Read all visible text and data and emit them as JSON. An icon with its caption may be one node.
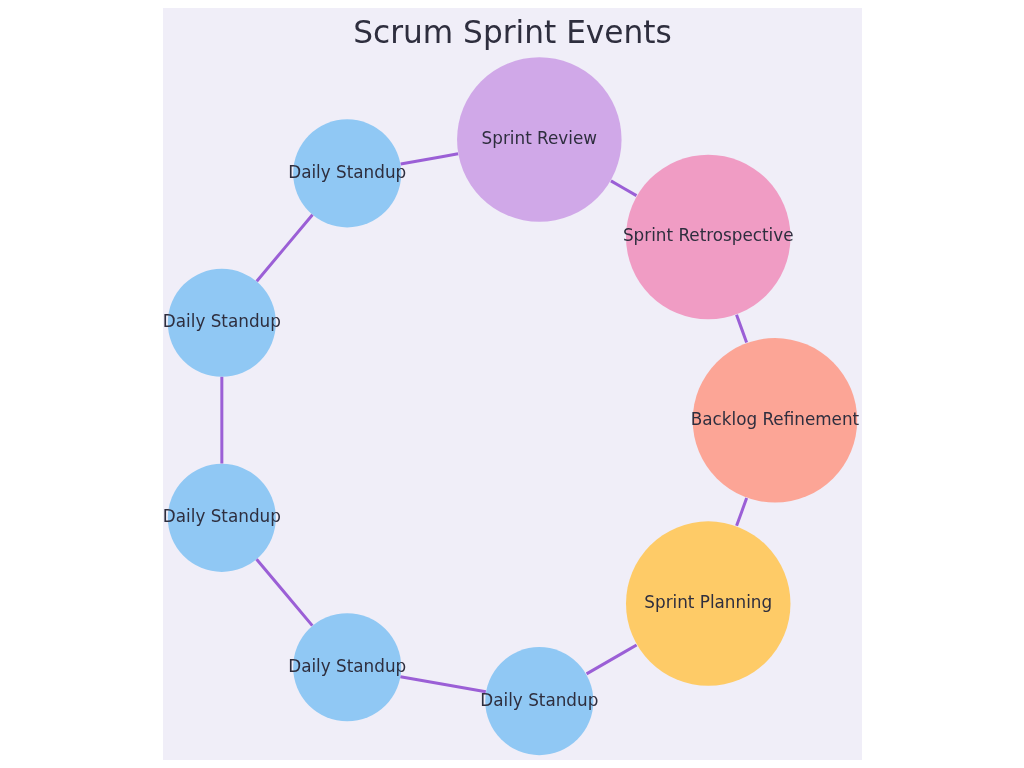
{
  "diagram": {
    "title": "Scrum Sprint Events",
    "nodes": [
      {
        "text": [
          "Sprint Planning"
        ]
      },
      {
        "text": [
          "Daily Standup"
        ]
      },
      {
        "text": [
          "Daily Standup"
        ]
      },
      {
        "text": [
          "Daily Standup"
        ]
      },
      {
        "text": [
          "Daily Standup"
        ]
      },
      {
        "text": [
          "Daily Standup"
        ]
      },
      {
        "text": [
          "Sprint Review"
        ]
      },
      {
        "text": [
          "Sprint Retrospective"
        ]
      },
      {
        "text": [
          "Backlog Refinement"
        ]
      }
    ],
    "edges": [
      {
        "from": 0,
        "to": 1,
        "arrow": "none"
      },
      {
        "from": 1,
        "to": 2,
        "arrow": "none"
      },
      {
        "from": 2,
        "to": 3,
        "arrow": "none"
      },
      {
        "from": 3,
        "to": 4,
        "arrow": "none"
      },
      {
        "from": 4,
        "to": 5,
        "arrow": "none"
      },
      {
        "from": 5,
        "to": 6,
        "arrow": "none"
      },
      {
        "from": 6,
        "to": 7,
        "arrow": "none"
      },
      {
        "from": 7,
        "to": 8,
        "arrow": "none"
      },
      {
        "from": 8,
        "to": 0,
        "arrow": "none"
      }
    ]
  }
}
